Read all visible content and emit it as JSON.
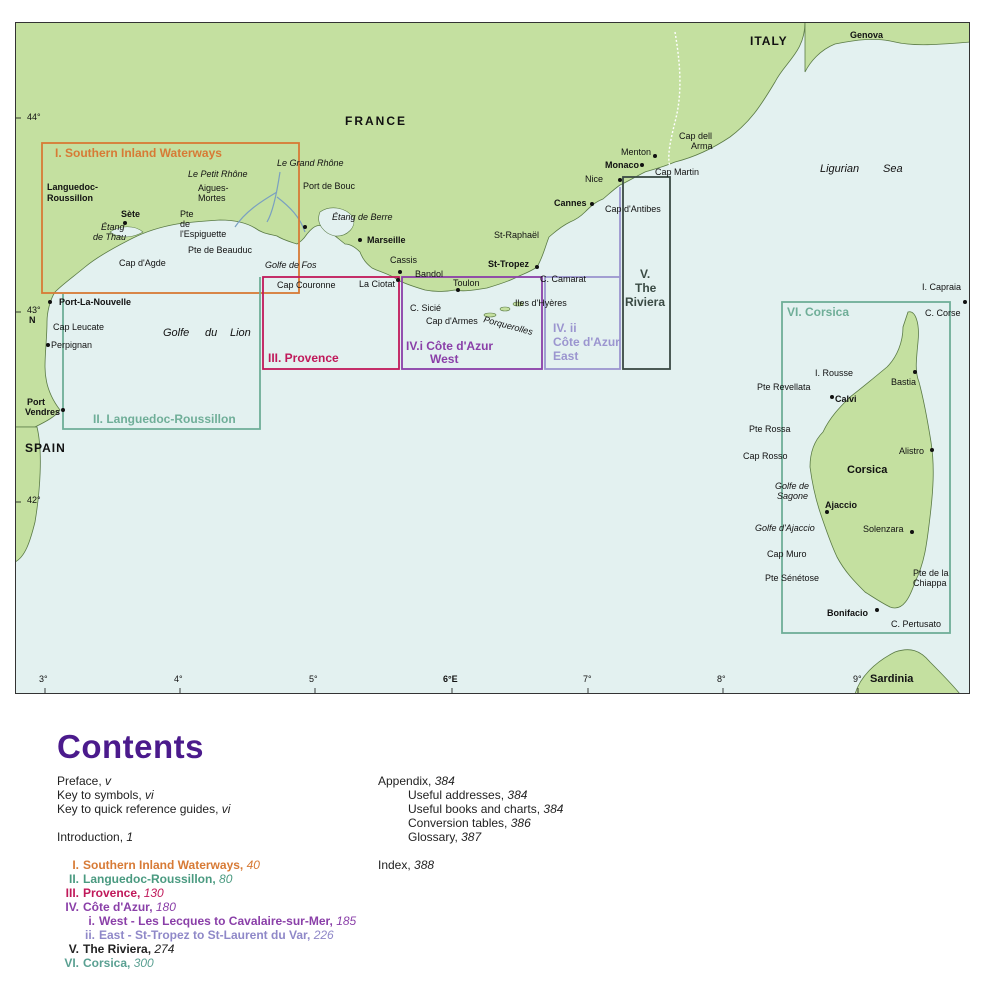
{
  "map": {
    "countries": {
      "italy": "ITALY",
      "france": "FRANCE",
      "spain": "SPAIN",
      "sardinia": "Sardinia",
      "corsica": "Corsica"
    },
    "seas": {
      "ligurian_1": "Ligurian",
      "ligurian_2": "Sea",
      "golfe_1": "Golfe",
      "golfe_2": "du",
      "golfe_3": "Lion"
    },
    "latitudes": [
      "44°",
      "43°",
      "N",
      "42°"
    ],
    "longitudes": [
      "3°",
      "4°",
      "5°",
      "6°E",
      "7°",
      "8°",
      "9°"
    ],
    "colors": {
      "land": "#c4e0a0",
      "sea": "#e3f1f0",
      "coast": "#5a7a45",
      "s1": "#d77a35",
      "s2": "#6fae98",
      "s3": "#c0195a",
      "s4a": "#8a3fa8",
      "s4b": "#9b95cf",
      "s5": "#3a4a44",
      "s6": "#6fae98"
    },
    "regions": {
      "s1": "I. Southern Inland Waterways",
      "s2": "II. Languedoc-Roussillon",
      "s3": "III. Provence",
      "s4a_1": "IV.i Côte d'Azur",
      "s4a_2": "West",
      "s4b_1": "IV. ii",
      "s4b_2": "Côte d'Azur",
      "s4b_3": "East",
      "s5_1": "V.",
      "s5_2": "The",
      "s5_3": "Riviera",
      "s6": "VI. Corsica"
    },
    "places": {
      "genova": "Genova",
      "cap_dell": "Cap dell",
      "arma": "Arma",
      "menton": "Menton",
      "monaco": "Monaco",
      "cap_martin": "Cap Martin",
      "nice": "Nice",
      "cannes": "Cannes",
      "cap_antibes": "Cap d'Antibes",
      "st_raphael": "St-Raphaël",
      "st_tropez": "St-Tropez",
      "c_camarat": "C. Camarat",
      "iles_hyeres": "Iles d'Hyères",
      "porquerolles": "Porquerolles",
      "c_sicie": "C. Sicié",
      "cap_armes": "Cap d'Armes",
      "toulon": "Toulon",
      "bandol": "Bandol",
      "cassis": "Cassis",
      "la_ciotat": "La Ciotat",
      "marseille": "Marseille",
      "etang_berre": "Étang de Berre",
      "port_bouc": "Port de Bouc",
      "le_grand_rhone": "Le Grand Rhône",
      "le_petit_rhone": "Le Petit Rhône",
      "aigues_1": "Aigues-",
      "aigues_2": "Mortes",
      "pte_de": "Pte",
      "pte_de2": "de",
      "pte_de3": "l'Espiguette",
      "pte_beauduc": "Pte de Beauduc",
      "golfe_fos": "Golfe de Fos",
      "cap_couronne": "Cap Couronne",
      "languedoc_1": "Languedoc-",
      "languedoc_2": "Roussillon",
      "sete": "Sète",
      "etang_thau_1": "Étang",
      "etang_thau_2": "de Thau",
      "cap_agde": "Cap d'Agde",
      "port_la_nouvelle": "Port-La-Nouvelle",
      "cap_leucate": "Cap Leucate",
      "perpignan": "Perpignan",
      "port_1": "Port",
      "port_2": "Vendres",
      "i_capraia": "I. Capraia",
      "c_corse": "C. Corse",
      "i_rousse": "I. Rousse",
      "bastia": "Bastia",
      "pte_revellata": "Pte Revellata",
      "calvi": "Calvi",
      "pte_rossa": "Pte Rossa",
      "cap_rosso": "Cap Rosso",
      "alistro": "Alistro",
      "golfe_sagone_1": "Golfe de",
      "golfe_sagone_2": "Sagone",
      "ajaccio": "Ajaccio",
      "golfe_ajaccio": "Golfe d'Ajaccio",
      "solenzara": "Solenzara",
      "cap_muro": "Cap Muro",
      "pte_chiappa_1": "Pte de la",
      "pte_chiappa_2": "Chiappa",
      "pte_senetose": "Pte Sénétose",
      "bonifacio": "Bonifacio",
      "c_pertusato": "C. Pertusato"
    }
  },
  "contents": {
    "title": "Contents",
    "left": [
      {
        "text": "Preface, ",
        "page": "v"
      },
      {
        "text": "Key to symbols, ",
        "page": "vi"
      },
      {
        "text": "Key to quick reference guides, ",
        "page": "vi"
      },
      {
        "text": "Introduction, ",
        "page": "1"
      }
    ],
    "sections": [
      {
        "num": "I.",
        "text": "Southern Inland Waterways, ",
        "page": "40",
        "color": "#d77a35"
      },
      {
        "num": "II.",
        "text": "Languedoc-Roussillon, ",
        "page": "80",
        "color": "#4a9a80"
      },
      {
        "num": "III.",
        "text": "Provence, ",
        "page": "130",
        "color": "#c0195a"
      },
      {
        "num": "IV.",
        "text": "Côte d'Azur, ",
        "page": "180",
        "color": "#8a3fa8"
      },
      {
        "num": "i.",
        "text": "West - Les Lecques to Cavalaire-sur-Mer, ",
        "page": "185",
        "color": "#8a3fa8",
        "sub": true
      },
      {
        "num": "ii.",
        "text": "East - St-Tropez to St-Laurent du Var, ",
        "page": "226",
        "color": "#8f88c8",
        "sub": true
      },
      {
        "num": "V.",
        "text": "The Riviera, ",
        "page": "274",
        "color": "#222222"
      },
      {
        "num": "VI.",
        "text": "Corsica, ",
        "page": "300",
        "color": "#5aa092"
      }
    ],
    "right": [
      {
        "text": "Appendix, ",
        "page": "384",
        "indent": false
      },
      {
        "text": "Useful addresses, ",
        "page": "384",
        "indent": true
      },
      {
        "text": "Useful books and charts, ",
        "page": "384",
        "indent": true
      },
      {
        "text": "Conversion tables, ",
        "page": "386",
        "indent": true
      },
      {
        "text": "Glossary, ",
        "page": "387",
        "indent": true
      }
    ],
    "index": {
      "text": "Index, ",
      "page": "388"
    }
  }
}
